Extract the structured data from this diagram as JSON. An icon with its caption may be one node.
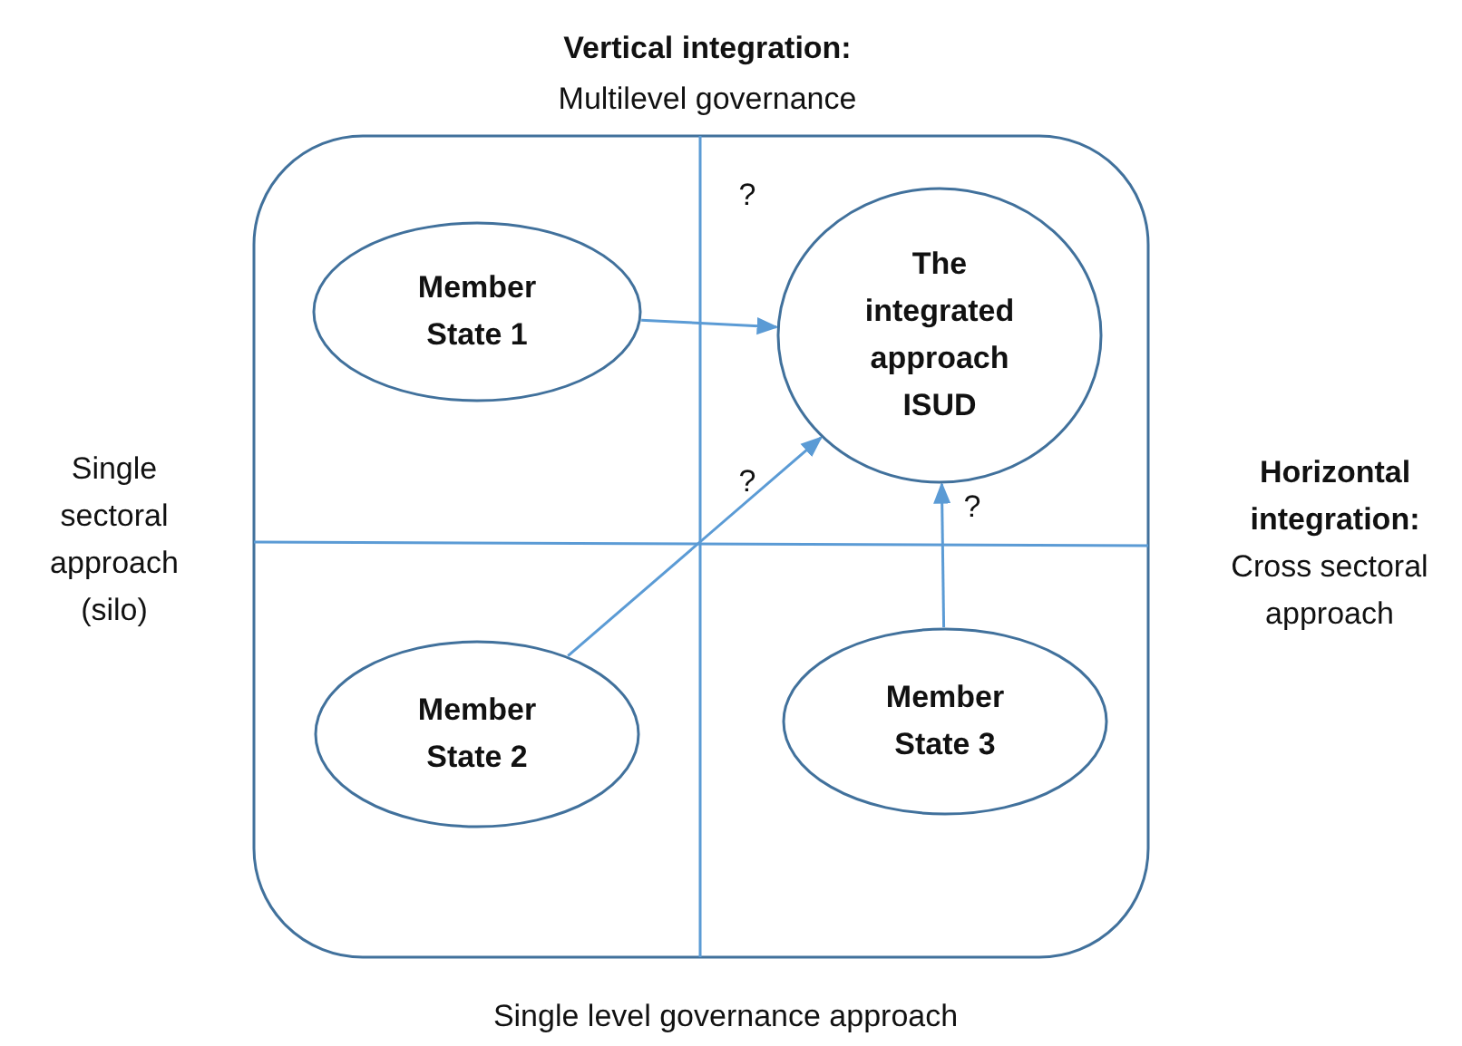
{
  "diagram": {
    "nodes": [
      {
        "text": [
          "Member State 1"
        ]
      },
      {
        "text": [
          "The integrated approach ISUD"
        ]
      },
      {
        "text": [
          "Member State 2"
        ]
      },
      {
        "text": [
          "Member State 3"
        ]
      }
    ],
    "edges": [
      {
        "from": 0,
        "to": 1,
        "arrow": "to"
      },
      {
        "from": 2,
        "to": 1,
        "arrow": "to"
      },
      {
        "from": 3,
        "to": 1,
        "arrow": "to"
      }
    ],
    "labels": [
      "Vertical integration:",
      "Multilevel governance",
      "?",
      "Single sectoral approach (silo)",
      "?",
      "?",
      "Horizontal integration:",
      "Cross sectoral approach",
      "Single level governance approach"
    ]
  }
}
